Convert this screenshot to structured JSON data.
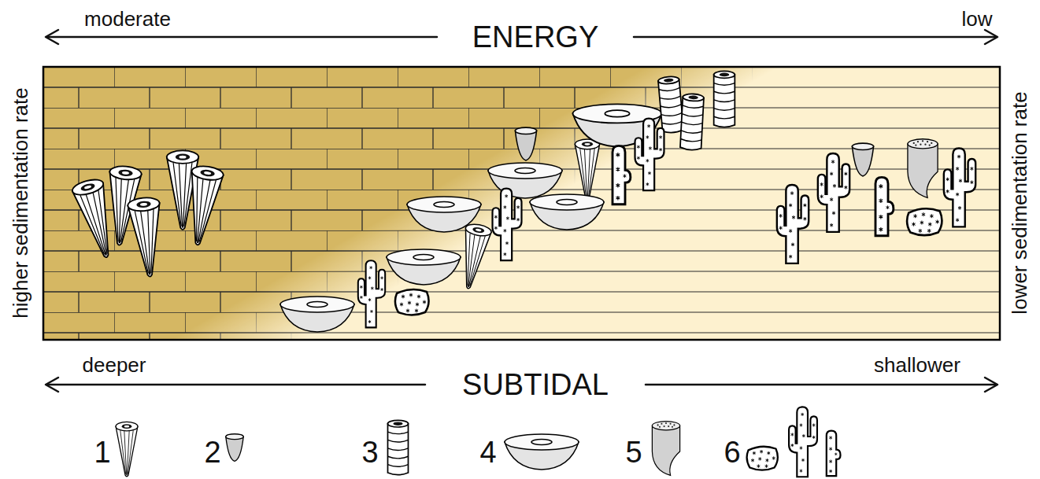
{
  "diagram": {
    "labels": [
      "moderate",
      "ENERGY",
      "low",
      "higher sedimentation rate",
      "lower sedimentation rate",
      "deeper",
      "SUBTIDAL",
      "shallower",
      "1",
      "2",
      "3",
      "4",
      "5",
      "6"
    ]
  }
}
